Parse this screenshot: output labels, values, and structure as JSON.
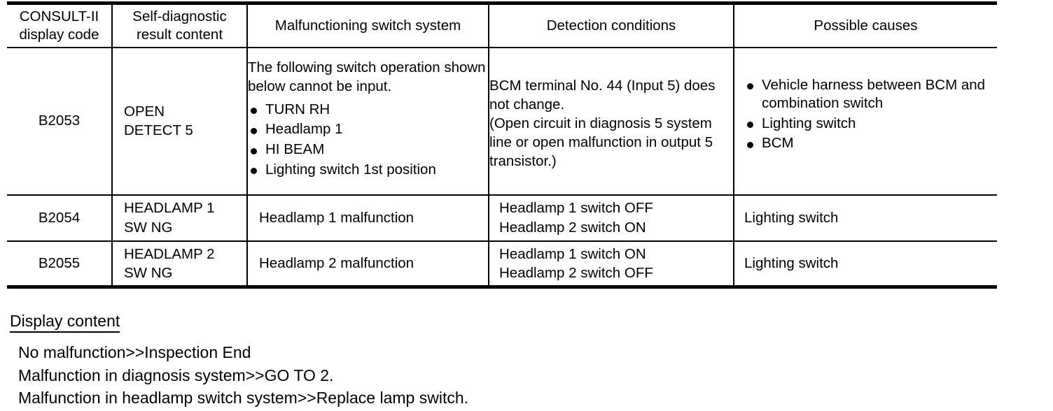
{
  "table": {
    "headers": [
      "CONSULT-II\ndisplay code",
      "Self-diagnostic\nresult content",
      "Malfunctioning switch system",
      "Detection conditions",
      "Possible causes"
    ],
    "header_lines": {
      "code_line1": "CONSULT-II",
      "code_line2": "display code",
      "result_line1": "Self-diagnostic",
      "result_line2": "result content",
      "switch": "Malfunctioning switch system",
      "detect": "Detection conditions",
      "cause": "Possible causes"
    },
    "rows": [
      {
        "code": "B2053",
        "result_line1": "OPEN",
        "result_line2": "DETECT 5",
        "switch_lead": "The following switch operation shown below cannot be input.",
        "switch_items": [
          "TURN RH",
          "Headlamp 1",
          "HI BEAM",
          "Lighting switch 1st position"
        ],
        "detect_line1": "BCM terminal No. 44 (Input 5) does not change.",
        "detect_line2": "(Open circuit in diagnosis 5 system line or open malfunction in output 5 transistor.)",
        "cause_items": [
          "Vehicle harness between BCM and combination switch",
          "Lighting switch",
          "BCM"
        ]
      },
      {
        "code": "B2054",
        "result_line1": "HEADLAMP 1",
        "result_line2": "SW NG",
        "switch_text": "Headlamp 1 malfunction",
        "detect_line1": "Headlamp 1 switch OFF",
        "detect_line2": "Headlamp 2 switch ON",
        "cause_text": "Lighting switch"
      },
      {
        "code": "B2055",
        "result_line1": "HEADLAMP 2",
        "result_line2": "SW NG",
        "switch_text": "Headlamp 2 malfunction",
        "detect_line1": "Headlamp 1 switch ON",
        "detect_line2": "Headlamp 2 switch OFF",
        "cause_text": "Lighting switch"
      }
    ]
  },
  "display_content": {
    "title": "Display content",
    "lines": [
      "No malfunction>>Inspection End",
      "Malfunction in diagnosis system>>GO TO 2.",
      "Malfunction in headlamp switch system>>Replace lamp switch."
    ]
  }
}
